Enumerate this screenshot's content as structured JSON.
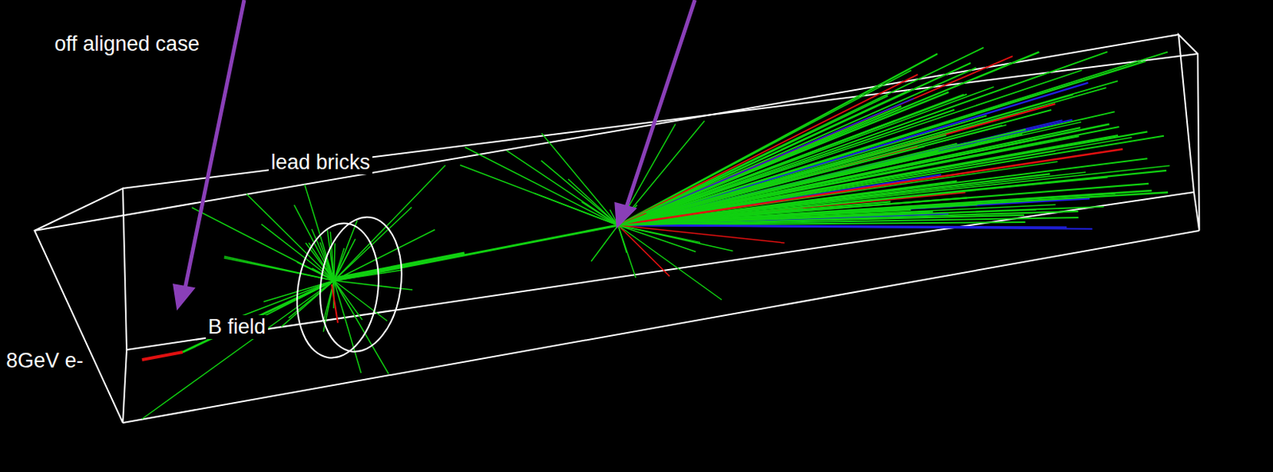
{
  "diagram": {
    "labels": [
      "off aligned case",
      "lead bricks",
      "8GeV e-",
      "B field"
    ]
  }
}
